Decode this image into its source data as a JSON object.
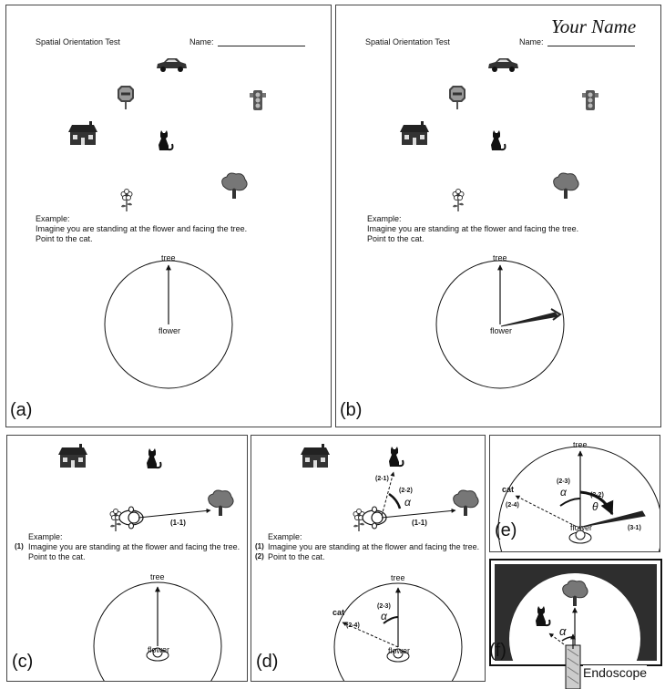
{
  "worksheet": {
    "title": "Spatial Orientation Test",
    "name_label": "Name:",
    "example_heading": "Example:",
    "instruction_1": "Imagine you are standing at the flower and facing the tree.",
    "instruction_2": "Point to the cat."
  },
  "filled_name": "Your Name",
  "circle_labels": {
    "top": "tree",
    "center": "flower"
  },
  "step_labels": {
    "s1": "(1)",
    "s2": "(2)",
    "s1_1": "(1-1)",
    "s2_1": "(2-1)",
    "s2_2": "(2-2)",
    "s2_3": "(2-3)",
    "s2_4": "(2-4)",
    "s3_1": "(3-1)",
    "s3_2": "(3-2)",
    "cat": "cat",
    "alpha": "α",
    "theta": "θ"
  },
  "panel_labels": {
    "a": "(a)",
    "b": "(b)",
    "c": "(c)",
    "d": "(d)",
    "e": "(e)",
    "f": "(f)"
  },
  "endoscope_label": "Endoscope",
  "icons": [
    "car-icon",
    "stop-sign-icon",
    "traffic-light-icon",
    "house-icon",
    "cat-icon",
    "tree-icon",
    "flower-icon",
    "head-icon"
  ],
  "colors": {
    "ink": "#111111",
    "dark_background": "#2e2e2e",
    "panel_border": "#444444"
  }
}
